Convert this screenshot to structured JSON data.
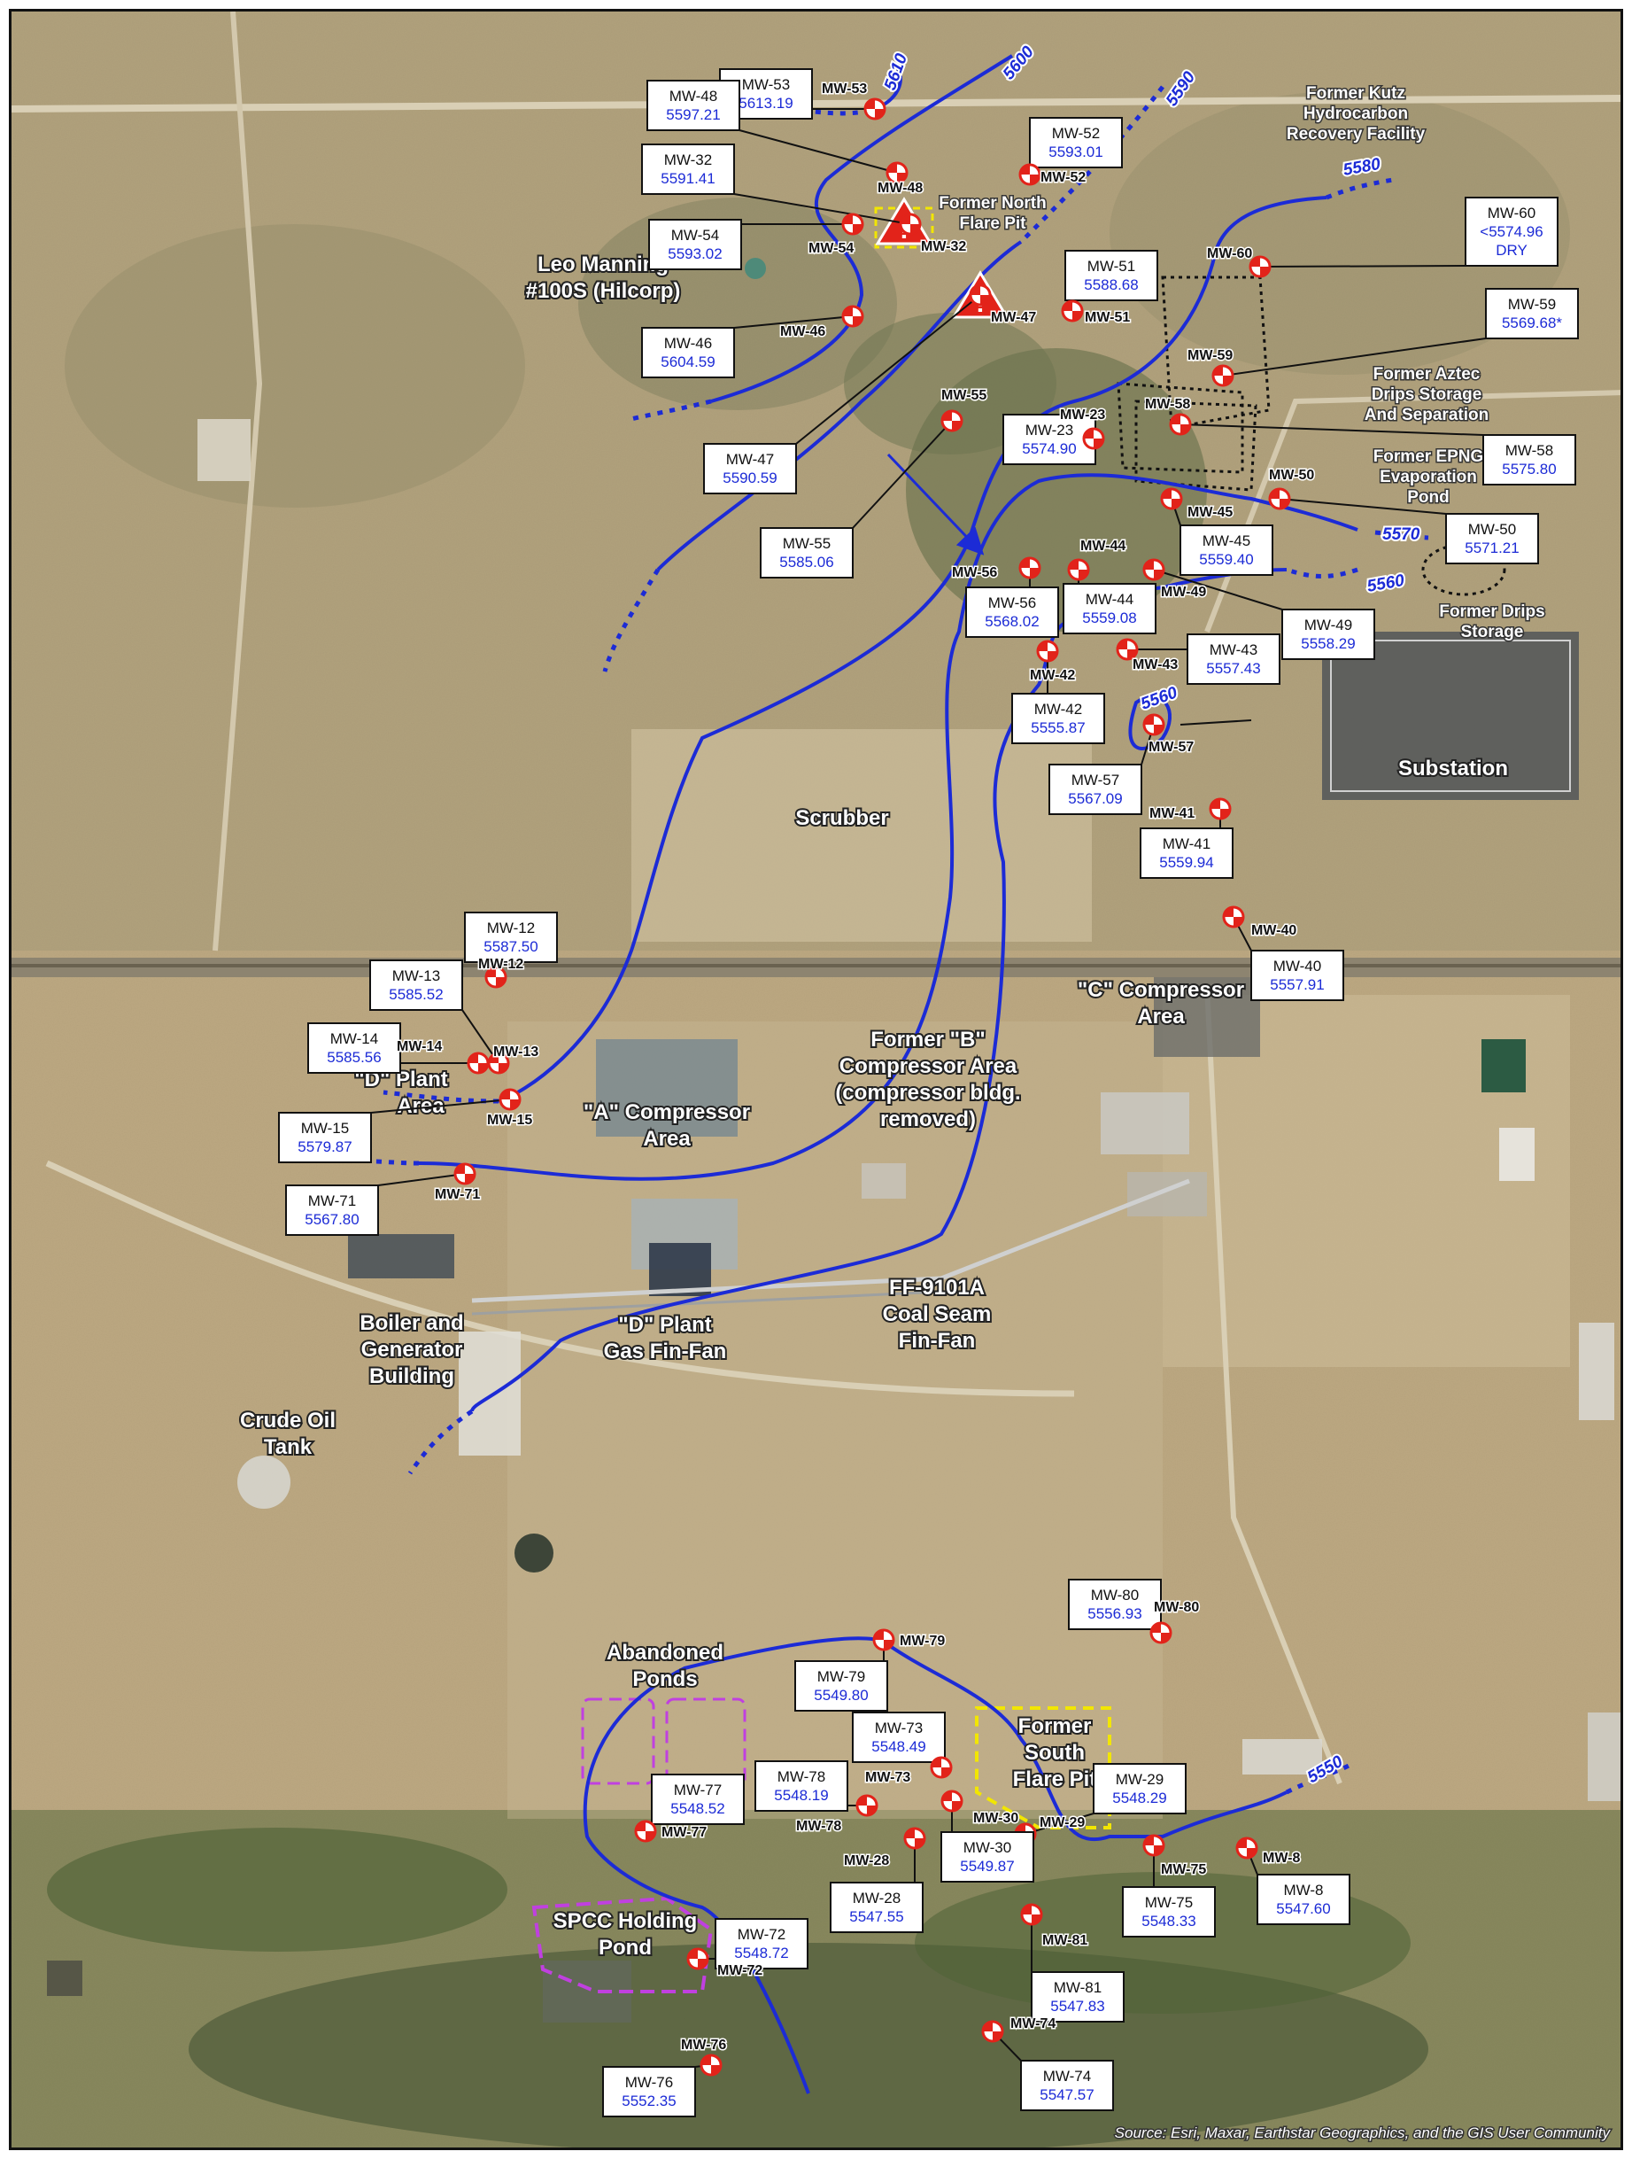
{
  "source_credit": "Source: Esri, Maxar, Earthstar Geographics, and the GIS User Community",
  "colors": {
    "contour": "#1c2bd6",
    "well_marker": "#e2231a",
    "pond_outline": "#c040e0",
    "flare_pit_outline": "#f2e600",
    "label_value": "#1c2bd6"
  },
  "area_labels": [
    {
      "text": "Leo Manning"
    },
    {
      "text": "#100S (Hilcorp)"
    },
    {
      "text": "Former North"
    },
    {
      "text": "Flare Pit"
    },
    {
      "text": "Former Kutz"
    },
    {
      "text": "Hydrocarbon"
    },
    {
      "text": "Recovery Facility"
    },
    {
      "text": "Former Aztec"
    },
    {
      "text": "Drips Storage"
    },
    {
      "text": "And Separation"
    },
    {
      "text": "Former EPNG"
    },
    {
      "text": "Evaporation"
    },
    {
      "text": "Pond"
    },
    {
      "text": "Former Drips"
    },
    {
      "text": "Storage"
    },
    {
      "text": "Substation"
    },
    {
      "text": "Scrubber"
    },
    {
      "text": "\"C\" Compressor"
    },
    {
      "text": "Area"
    },
    {
      "text": "Former \"B\""
    },
    {
      "text": "Compressor Area"
    },
    {
      "text": "(compressor bldg."
    },
    {
      "text": "removed)"
    },
    {
      "text": "\"A\" Compressor"
    },
    {
      "text": "Area"
    },
    {
      "text": "\"D\" Plant"
    },
    {
      "text": "Area"
    },
    {
      "text": "Boiler and"
    },
    {
      "text": "Generator"
    },
    {
      "text": "Building"
    },
    {
      "text": "\"D\" Plant"
    },
    {
      "text": "Gas Fin-Fan"
    },
    {
      "text": "FF-9101A"
    },
    {
      "text": "Coal Seam"
    },
    {
      "text": "Fin-Fan"
    },
    {
      "text": "Crude Oil"
    },
    {
      "text": "Tank"
    },
    {
      "text": "Abandoned"
    },
    {
      "text": "Ponds"
    },
    {
      "text": "Former"
    },
    {
      "text": "South"
    },
    {
      "text": "Flare Pit"
    },
    {
      "text": "SPCC Holding"
    },
    {
      "text": "Pond"
    }
  ],
  "contour_labels": [
    "5610",
    "5600",
    "5590",
    "5580",
    "5570",
    "5560",
    "5560",
    "5550"
  ],
  "wells": [
    {
      "id": "MW-53",
      "value": "5613.19"
    },
    {
      "id": "MW-48",
      "value": "5597.21"
    },
    {
      "id": "MW-52",
      "value": "5593.01"
    },
    {
      "id": "MW-32",
      "value": "5591.41"
    },
    {
      "id": "MW-54",
      "value": "5593.02"
    },
    {
      "id": "MW-60",
      "value": "<5574.96",
      "note": "DRY"
    },
    {
      "id": "MW-51",
      "value": "5588.68"
    },
    {
      "id": "MW-59",
      "value": "5569.68*"
    },
    {
      "id": "MW-46",
      "value": "5604.59"
    },
    {
      "id": "MW-47",
      "value": "5590.59"
    },
    {
      "id": "MW-55",
      "value": "5585.06"
    },
    {
      "id": "MW-23",
      "value": "5574.90"
    },
    {
      "id": "MW-58",
      "value": "5575.80"
    },
    {
      "id": "MW-50",
      "value": "5571.21"
    },
    {
      "id": "MW-45",
      "value": "5559.40"
    },
    {
      "id": "MW-56",
      "value": "5568.02"
    },
    {
      "id": "MW-44",
      "value": "5559.08"
    },
    {
      "id": "MW-49",
      "value": "5558.29"
    },
    {
      "id": "MW-43",
      "value": "5557.43"
    },
    {
      "id": "MW-42",
      "value": "5555.87"
    },
    {
      "id": "MW-57",
      "value": "5567.09"
    },
    {
      "id": "MW-41",
      "value": "5559.94"
    },
    {
      "id": "MW-12",
      "value": "5587.50"
    },
    {
      "id": "MW-13",
      "value": "5585.52"
    },
    {
      "id": "MW-40",
      "value": "5557.91"
    },
    {
      "id": "MW-14",
      "value": "5585.56"
    },
    {
      "id": "MW-15",
      "value": "5579.87"
    },
    {
      "id": "MW-71",
      "value": "5567.80"
    },
    {
      "id": "MW-80",
      "value": "5556.93"
    },
    {
      "id": "MW-79",
      "value": "5549.80"
    },
    {
      "id": "MW-73",
      "value": "5548.49"
    },
    {
      "id": "MW-78",
      "value": "5548.19"
    },
    {
      "id": "MW-29",
      "value": "5548.29"
    },
    {
      "id": "MW-77",
      "value": "5548.52"
    },
    {
      "id": "MW-30",
      "value": "5549.87"
    },
    {
      "id": "MW-28",
      "value": "5547.55"
    },
    {
      "id": "MW-75",
      "value": "5548.33"
    },
    {
      "id": "MW-8",
      "value": "5547.60"
    },
    {
      "id": "MW-72",
      "value": "5548.72"
    },
    {
      "id": "MW-81",
      "value": "5547.83"
    },
    {
      "id": "MW-74",
      "value": "5547.57"
    },
    {
      "id": "MW-76",
      "value": "5552.35"
    }
  ]
}
